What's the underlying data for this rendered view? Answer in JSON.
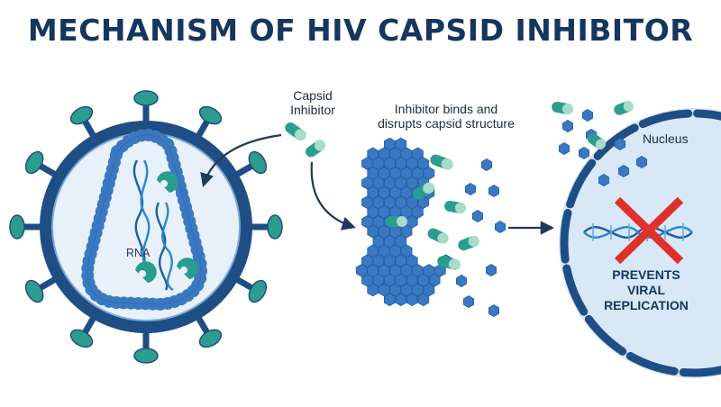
{
  "title": "MECHANISM OF HIV CAPSID INHIBITOR",
  "labels": {
    "capsid_inhibitor_line1": "Capsid",
    "capsid_inhibitor_line2": "Inhibitor",
    "binds_line1": "Inhibitor binds and",
    "binds_line2": "disrupts capsid structure",
    "rna": "RNA",
    "nucleus": "Nucleus",
    "prevents_line1": "PREVENTS",
    "prevents_line2": "VIRAL",
    "prevents_line3": "REPLICATION"
  },
  "colors": {
    "title": "#15365e",
    "envelope": "#1f4e85",
    "capsid_subunit": "#3a78c2",
    "inhibitor": "#2a9d8f",
    "cross": "#e0302a",
    "nucleus_fill": "#d8e8f6",
    "arrow": "#1f3a5a"
  }
}
